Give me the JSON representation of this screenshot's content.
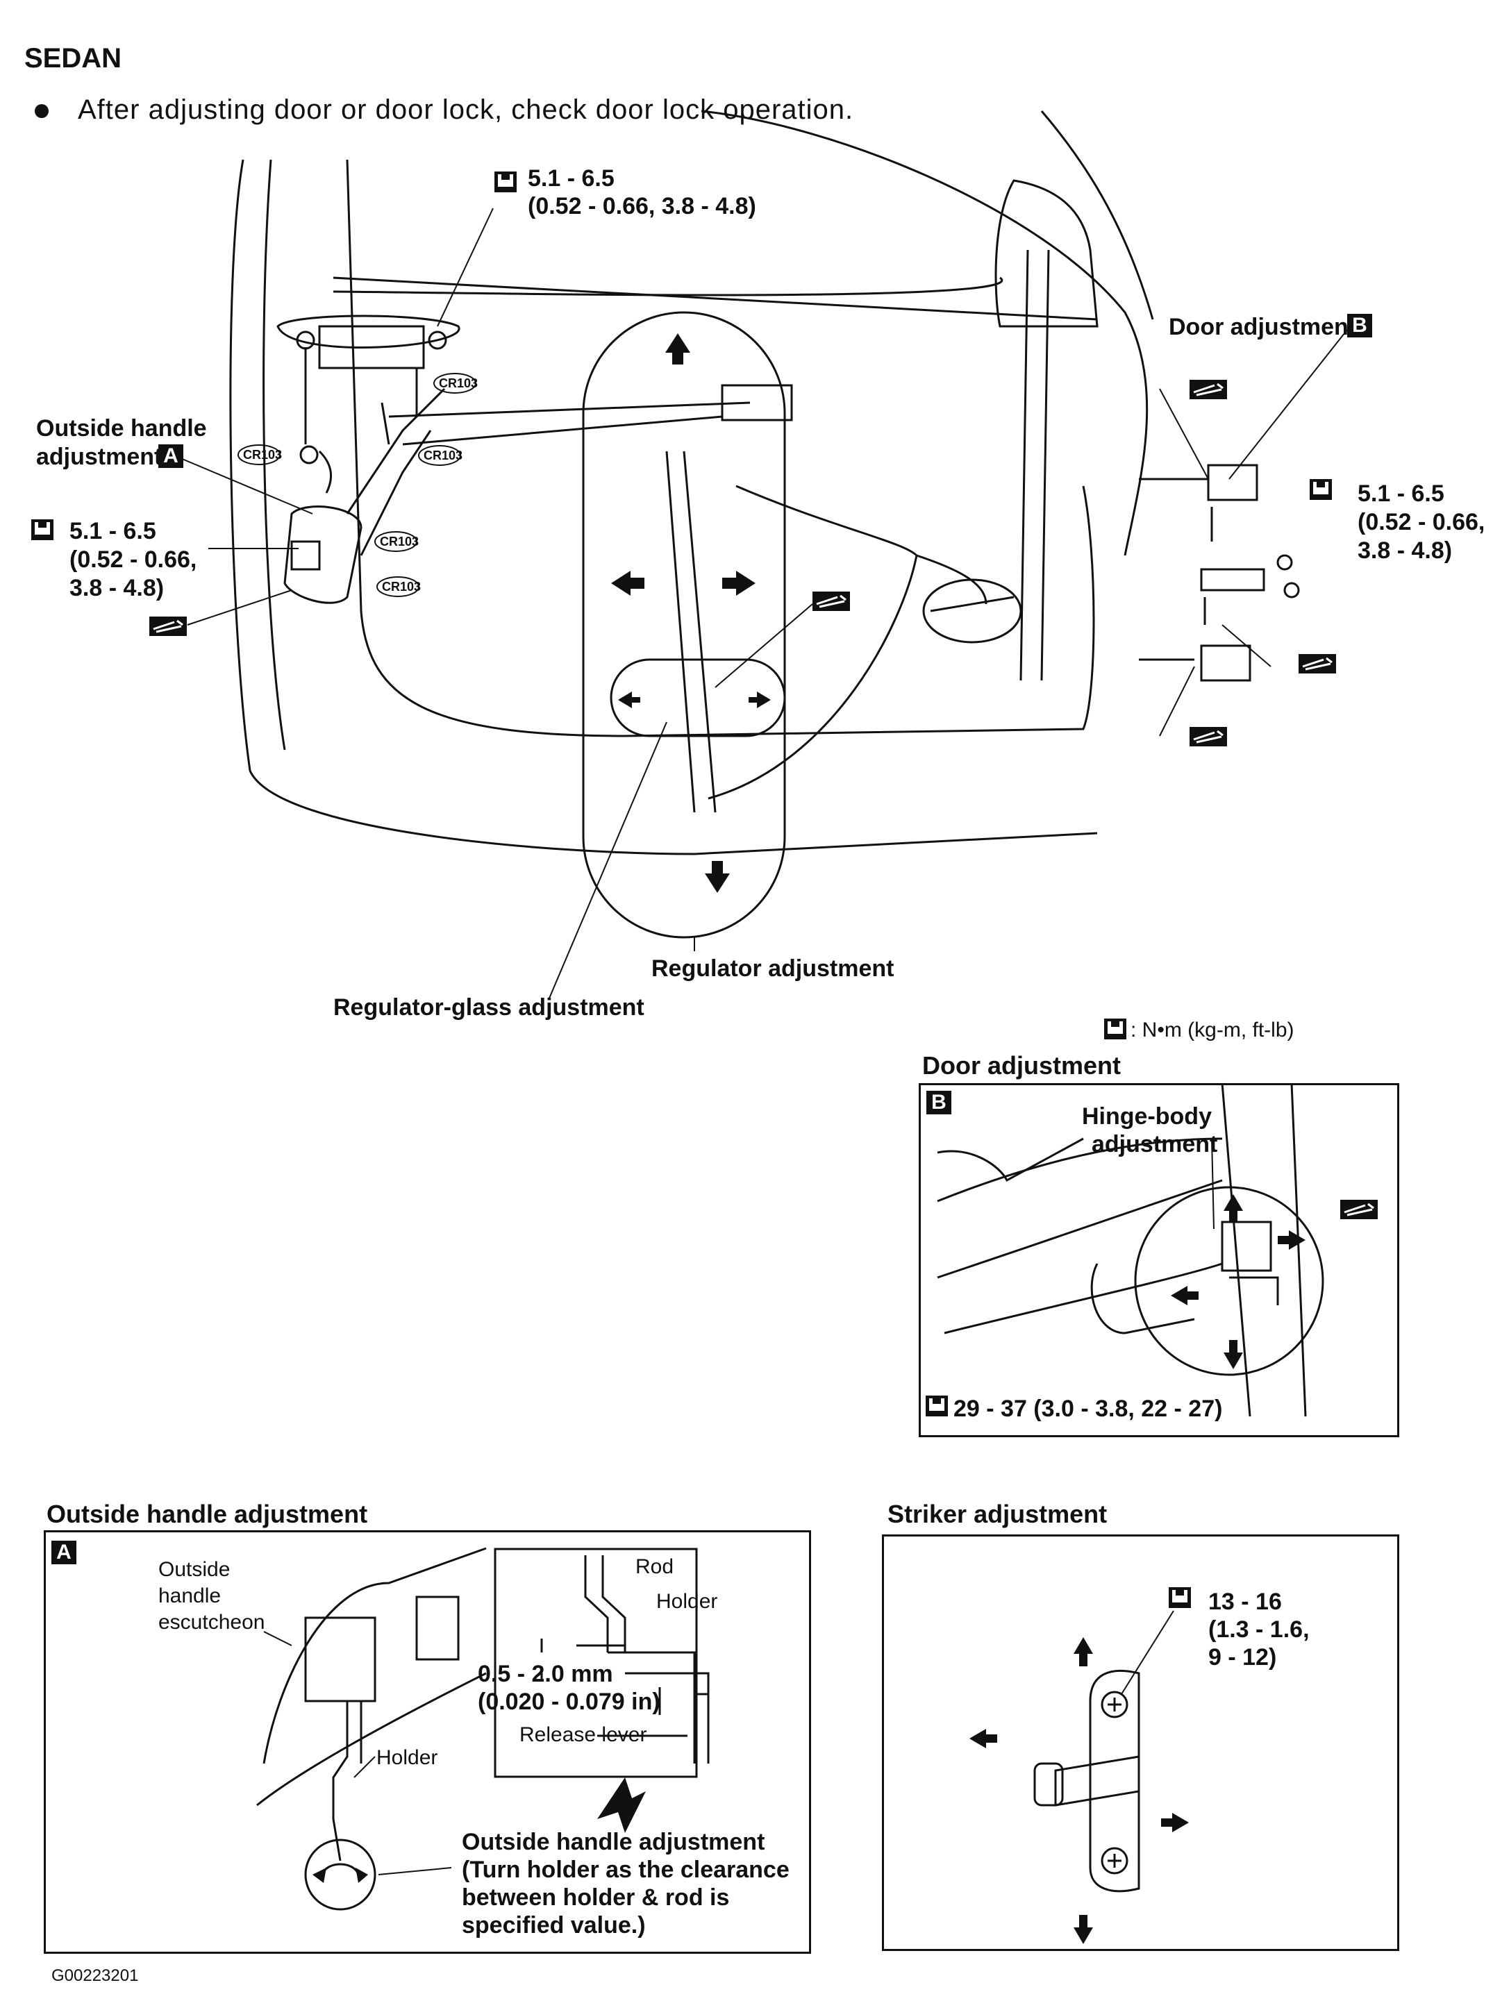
{
  "header": {
    "title": "SEDAN",
    "note": "After adjusting door or door lock, check door lock operation."
  },
  "main_diagram": {
    "torque_top": "5.1 - 6.5",
    "torque_top_sub": "(0.52 - 0.66, 3.8 - 4.8)",
    "outside_handle_label_1": "Outside handle",
    "outside_handle_label_2": "adjustment",
    "outside_handle_tag": "A",
    "torque_left_1": "5.1 - 6.5",
    "torque_left_2": "(0.52 - 0.66,",
    "torque_left_3": "3.8 - 4.8)",
    "door_adjustment_label": "Door adjustment",
    "door_adjustment_tag": "B",
    "torque_right_1": "5.1 - 6.5",
    "torque_right_2": "(0.52 - 0.66,",
    "torque_right_3": "3.8 - 4.8)",
    "cr_label": "CR103",
    "regulator_adjustment": "Regulator adjustment",
    "regulator_glass_adjustment": "Regulator-glass adjustment",
    "unit_legend": ": N•m (kg-m, ft-lb)"
  },
  "door_panel": {
    "title": "Door adjustment",
    "tag": "B",
    "hinge_label_1": "Hinge-body",
    "hinge_label_2": "adjustment",
    "torque": "29 - 37 (3.0 - 3.8, 22 - 27)"
  },
  "outside_panel": {
    "title": "Outside handle adjustment",
    "tag": "A",
    "escutcheon_1": "Outside",
    "escutcheon_2": "handle",
    "escutcheon_3": "escutcheon",
    "holder": "Holder",
    "rod": "Rod",
    "inset_holder": "Holder",
    "clearance_1": "0.5 - 2.0 mm",
    "clearance_2": "(0.020 - 0.079 in)",
    "release_lever": "Release lever",
    "note_1": "Outside handle adjustment",
    "note_2": "(Turn holder as the clearance",
    "note_3": "between holder & rod is",
    "note_4": "specified value.)"
  },
  "striker_panel": {
    "title": "Striker adjustment",
    "torque_1": "13 - 16",
    "torque_2": "(1.3 - 1.6,",
    "torque_3": "9 - 12)"
  },
  "footer": {
    "figure_code": "G00223201"
  }
}
